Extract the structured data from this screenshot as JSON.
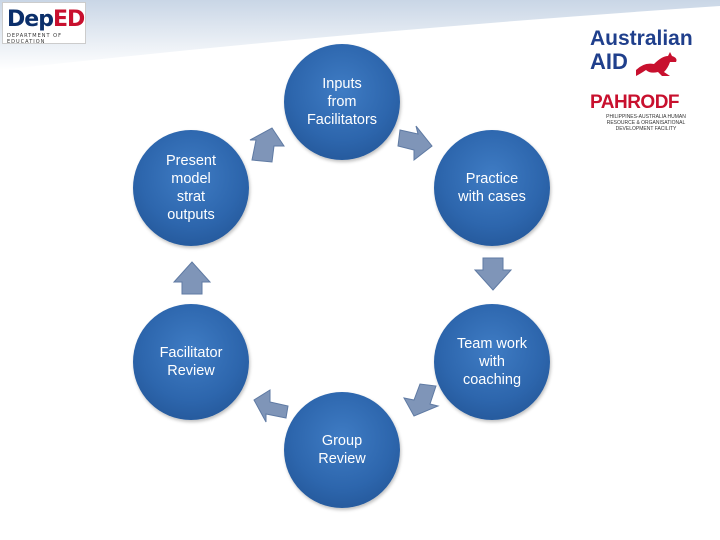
{
  "logos": {
    "deped": {
      "main_left": "De",
      "main_mid": "p",
      "main_right": "ED",
      "subtitle": "DEPARTMENT OF EDUCATION"
    },
    "australian_aid": {
      "line1": "Australian",
      "line2": "AID"
    },
    "pahrodf": {
      "title": "PAHRODF",
      "subtitle": "PHILIPPINES-AUSTRALIA HUMAN RESOURCE & ORGANISATIONAL DEVELOPMENT FACILITY"
    }
  },
  "cycle": {
    "nodes": [
      {
        "id": "inputs",
        "label": "Inputs\nfrom\nFacilitators"
      },
      {
        "id": "practice",
        "label": "Practice\nwith cases"
      },
      {
        "id": "teamwork",
        "label": "Team work\nwith\ncoaching"
      },
      {
        "id": "group",
        "label": "Group\nReview"
      },
      {
        "id": "facilitator",
        "label": "Facilitator\nReview"
      },
      {
        "id": "present",
        "label": "Present\nmodel\nstrat\noutputs"
      }
    ]
  },
  "colors": {
    "node": "#2d66ad",
    "arrow": "#7f95b8",
    "header_band": "#d9e3ef"
  }
}
